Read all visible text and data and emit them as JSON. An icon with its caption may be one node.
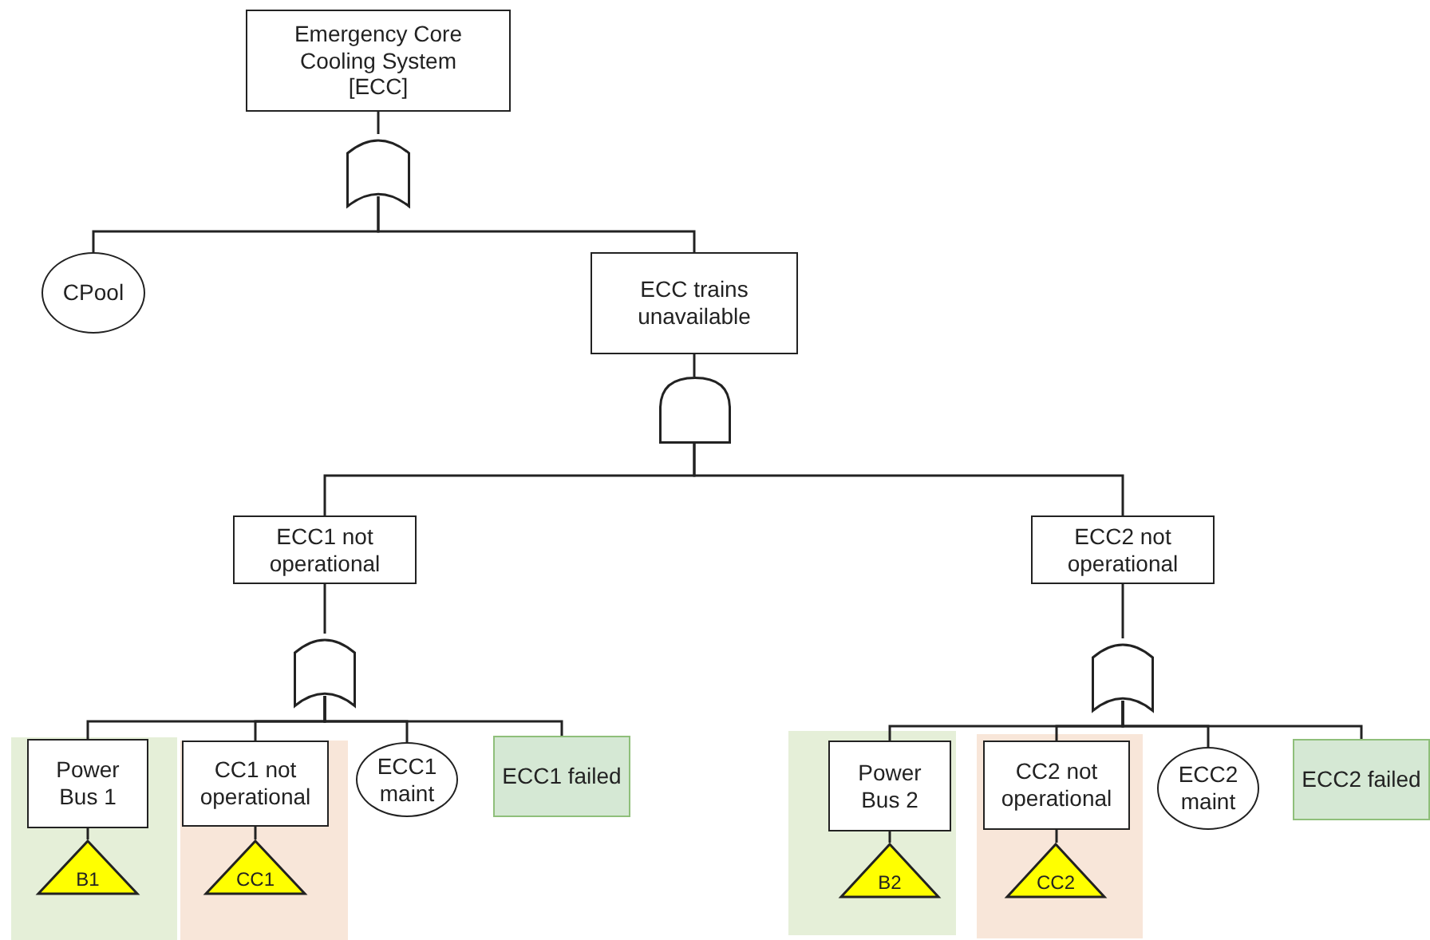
{
  "diagram": {
    "nodes": [
      {
        "text": [
          "Emergency Core Cooling System [ECC]"
        ]
      },
      {
        "text": [],
        "shape": "or-gate"
      },
      {
        "text": [
          "CPool"
        ]
      },
      {
        "text": [
          "ECC trains unavailable"
        ]
      },
      {
        "text": [],
        "shape": "and-gate"
      },
      {
        "text": [
          "ECC1 not operational"
        ]
      },
      {
        "text": [
          "ECC2 not operational"
        ]
      },
      {
        "text": [],
        "shape": "or-gate"
      },
      {
        "text": [],
        "shape": "or-gate"
      },
      {
        "text": [],
        "shape": "box"
      },
      {
        "text": [
          "Power Bus 1"
        ],
        "in": 9
      },
      {
        "text": [],
        "shape": "box"
      },
      {
        "text": [
          "CC1 not operational"
        ],
        "in": 11
      },
      {
        "text": [
          "ECC1 maint"
        ]
      },
      {
        "text": [
          "ECC1 failed"
        ]
      },
      {
        "text": [],
        "shape": "box"
      },
      {
        "text": [
          "Power Bus 2"
        ],
        "in": 15
      },
      {
        "text": [],
        "shape": "box"
      },
      {
        "text": [
          "CC2 not operational"
        ],
        "in": 17
      },
      {
        "text": [
          "ECC2 maint"
        ]
      },
      {
        "text": [
          "ECC2 failed"
        ]
      },
      {
        "text": [
          "B1"
        ],
        "in": 9
      },
      {
        "text": [
          "CC1"
        ],
        "in": 11
      },
      {
        "text": [
          "B2"
        ],
        "in": 15
      },
      {
        "text": [
          "CC2"
        ],
        "in": 17
      }
    ],
    "edges": [
      {
        "from": 0,
        "to": 1,
        "arrow": "none"
      },
      {
        "from": 1,
        "to": 2,
        "arrow": "none"
      },
      {
        "from": 1,
        "to": 3,
        "arrow": "none"
      },
      {
        "from": 3,
        "to": 4,
        "arrow": "none"
      },
      {
        "from": 4,
        "to": 5,
        "arrow": "none"
      },
      {
        "from": 4,
        "to": 6,
        "arrow": "none"
      },
      {
        "from": 5,
        "to": 7,
        "arrow": "none"
      },
      {
        "from": 6,
        "to": 8,
        "arrow": "none"
      },
      {
        "from": 7,
        "to": 10,
        "arrow": "none"
      },
      {
        "from": 7,
        "to": 12,
        "arrow": "none"
      },
      {
        "from": 7,
        "to": 13,
        "arrow": "none"
      },
      {
        "from": 7,
        "to": 14,
        "arrow": "none"
      },
      {
        "from": 8,
        "to": 16,
        "arrow": "none"
      },
      {
        "from": 8,
        "to": 18,
        "arrow": "none"
      },
      {
        "from": 8,
        "to": 19,
        "arrow": "none"
      },
      {
        "from": 8,
        "to": 20,
        "arrow": "none"
      },
      {
        "from": 10,
        "to": 21,
        "arrow": "none"
      },
      {
        "from": 12,
        "to": 22,
        "arrow": "none"
      },
      {
        "from": 16,
        "to": 23,
        "arrow": "none"
      },
      {
        "from": 18,
        "to": 24,
        "arrow": "none"
      }
    ]
  }
}
